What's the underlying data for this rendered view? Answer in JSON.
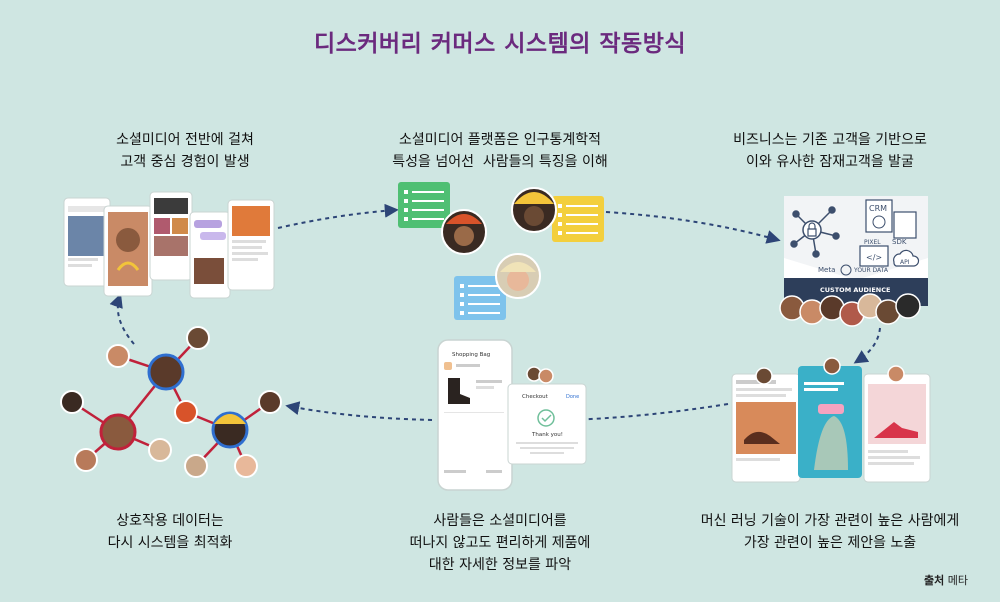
{
  "title": "디스커버리 커머스 시스템의 작동방식",
  "captions": {
    "step1_line1": "소셜미디어 전반에 걸쳐",
    "step1_line2": "고객 중심 경험이 발생",
    "step2_line1": "소셜미디어 플랫폼은 인구통계학적",
    "step2_line2": "특성을 넘어선  사람들의 특징을 이해",
    "step3_line1": "비즈니스는 기존 고객을 기반으로",
    "step3_line2": "이와 유사한 잠재고객을 발굴",
    "step4_line1": "머신 러닝 기술이 가장 관련이 높은 사람에게",
    "step4_line2": "가장 관련이 높은 제안을 노출",
    "step5_line1": "사람들은 소셜미디어를",
    "step5_line2": "떠나지 않고도 편리하게 제품에",
    "step5_line3": "대한 자세한 정보를 파악",
    "step6_line1": "상호작용 데이터는",
    "step6_line2": "다시 시스템을 최적화"
  },
  "source": {
    "label": "출처",
    "value": "메타"
  },
  "audience_card": {
    "crm": "CRM",
    "pixel": "PIXEL",
    "sdk": "SDK",
    "api": "API",
    "meta": "Meta",
    "your_data": "YOUR DATA",
    "custom_audience": "CUSTOM AUDIENCE"
  },
  "shop": {
    "bag_title": "Shopping Bag",
    "checkout": "Checkout",
    "done": "Done",
    "thank_you": "Thank you!"
  },
  "colors": {
    "background": "#cfe6e2",
    "title": "#6b2a7e",
    "network_edge": "#c0213a",
    "network_node": "#2f6fd0",
    "arrow": "#2d4577",
    "card_green": "#4fbf73",
    "card_yellow": "#f3cf3d",
    "card_blue": "#7ec3ec"
  }
}
